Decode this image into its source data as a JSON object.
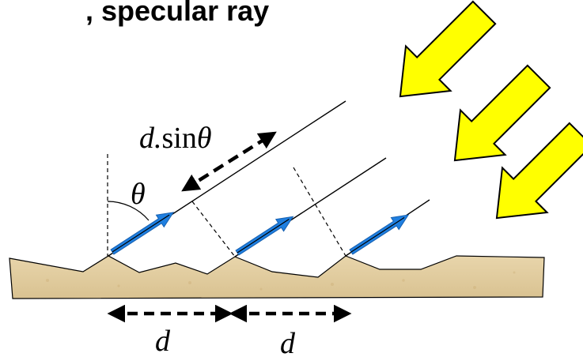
{
  "header": {
    "text": ", specular ray"
  },
  "labels": {
    "path_difference_italic": "d.",
    "path_difference_func": "sin",
    "path_difference_angle": "θ",
    "angle": "θ",
    "spacing_left": "d",
    "spacing_right": "d"
  },
  "colors": {
    "surface_fill": "#e3cfa3",
    "surface_stroke": "#000000",
    "incoming_arrow_fill": "#ffff00",
    "incoming_arrow_stroke": "#000000",
    "specular_arrow_fill": "#1f7fe0",
    "line": "#000000"
  },
  "icons": {
    "incoming_light": "yellow-block-arrow-icon",
    "specular_ray": "blue-ray-arrow-icon"
  }
}
